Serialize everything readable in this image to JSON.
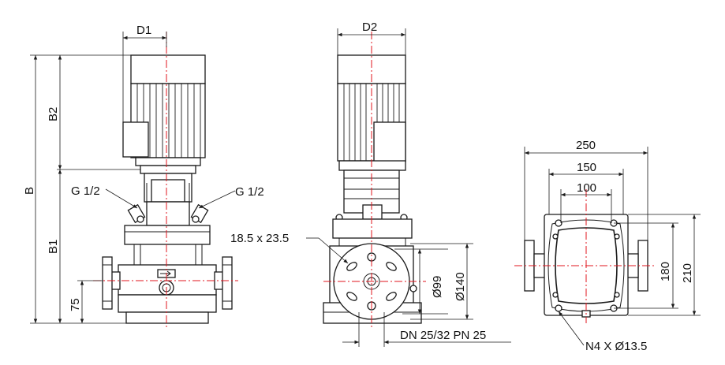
{
  "front_view": {
    "labels": {
      "d1": "D1",
      "b": "B",
      "b2": "B2",
      "b1": "B1",
      "h75": "75",
      "g_left": "G 1/2",
      "g_right": "G 1/2"
    }
  },
  "side_view": {
    "labels": {
      "d2": "D2",
      "flange_slot": "18.5 x 23.5",
      "d99": "Ø99",
      "d140": "Ø140",
      "dn_pn": "DN 25/32 PN 25"
    }
  },
  "base_view": {
    "labels": {
      "w250": "250",
      "w150": "150",
      "w100": "100",
      "h180": "180",
      "h210": "210",
      "holes": "N4 X Ø13.5"
    }
  },
  "colors": {
    "line": "#1a1a1a",
    "centerline": "#e0141e",
    "background": "#ffffff"
  }
}
